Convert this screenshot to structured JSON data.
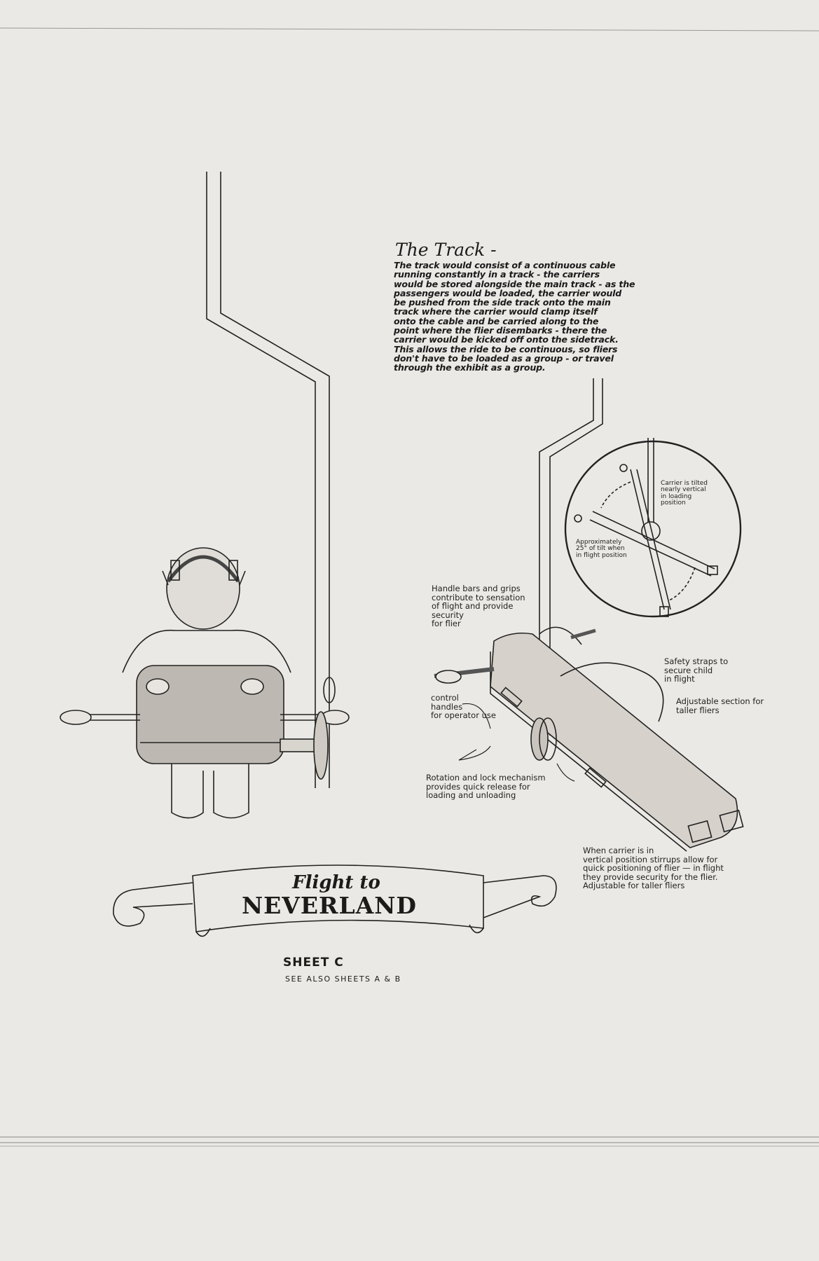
{
  "track": {
    "title": "The Track -",
    "body": "The track would consist of a continuous cable\nrunning constantly in a track - the carriers\nwould be stored alongside the main track - as the\npassengers would be loaded, the carrier would\nbe pushed from the side track onto the main\ntrack where the carrier would clamp itself\nonto the cable and be carried along to the\npoint where the flier disembarks - there the\ncarrier would be kicked off onto the sidetrack.\nThis allows the ride to be continuous, so fliers\ndon't have to be loaded as a group - or travel\nthrough the exhibit as a group."
  },
  "circle_labels": {
    "loading": "Carrier is tilted\nnearly vertical\nin loading\nposition",
    "flight": "Approximately\n25° of tilt when\nin flight position"
  },
  "labels": {
    "handle_bars": "Handle bars and grips\ncontribute to sensation\nof flight and provide\nsecurity\nfor flier",
    "safety_straps": "Safety straps to\nsecure child\nin flight",
    "adjustable": "Adjustable section for\ntaller fliers",
    "control_handles": "control\nhandles\nfor operator use",
    "rotation": "Rotation and lock mechanism\nprovides quick release for\nloading and unloading",
    "stirrups": "When carrier is in\nvertical position stirrups allow for\nquick positioning of flier — in flight\nthey provide security for the flier.\nAdjustable for taller fliers"
  },
  "banner": {
    "line1": "Flight to",
    "line2": "NEVERLAND"
  },
  "sheet": {
    "title": "SHEET C",
    "see_also": "SEE ALSO SHEETS A & B"
  }
}
